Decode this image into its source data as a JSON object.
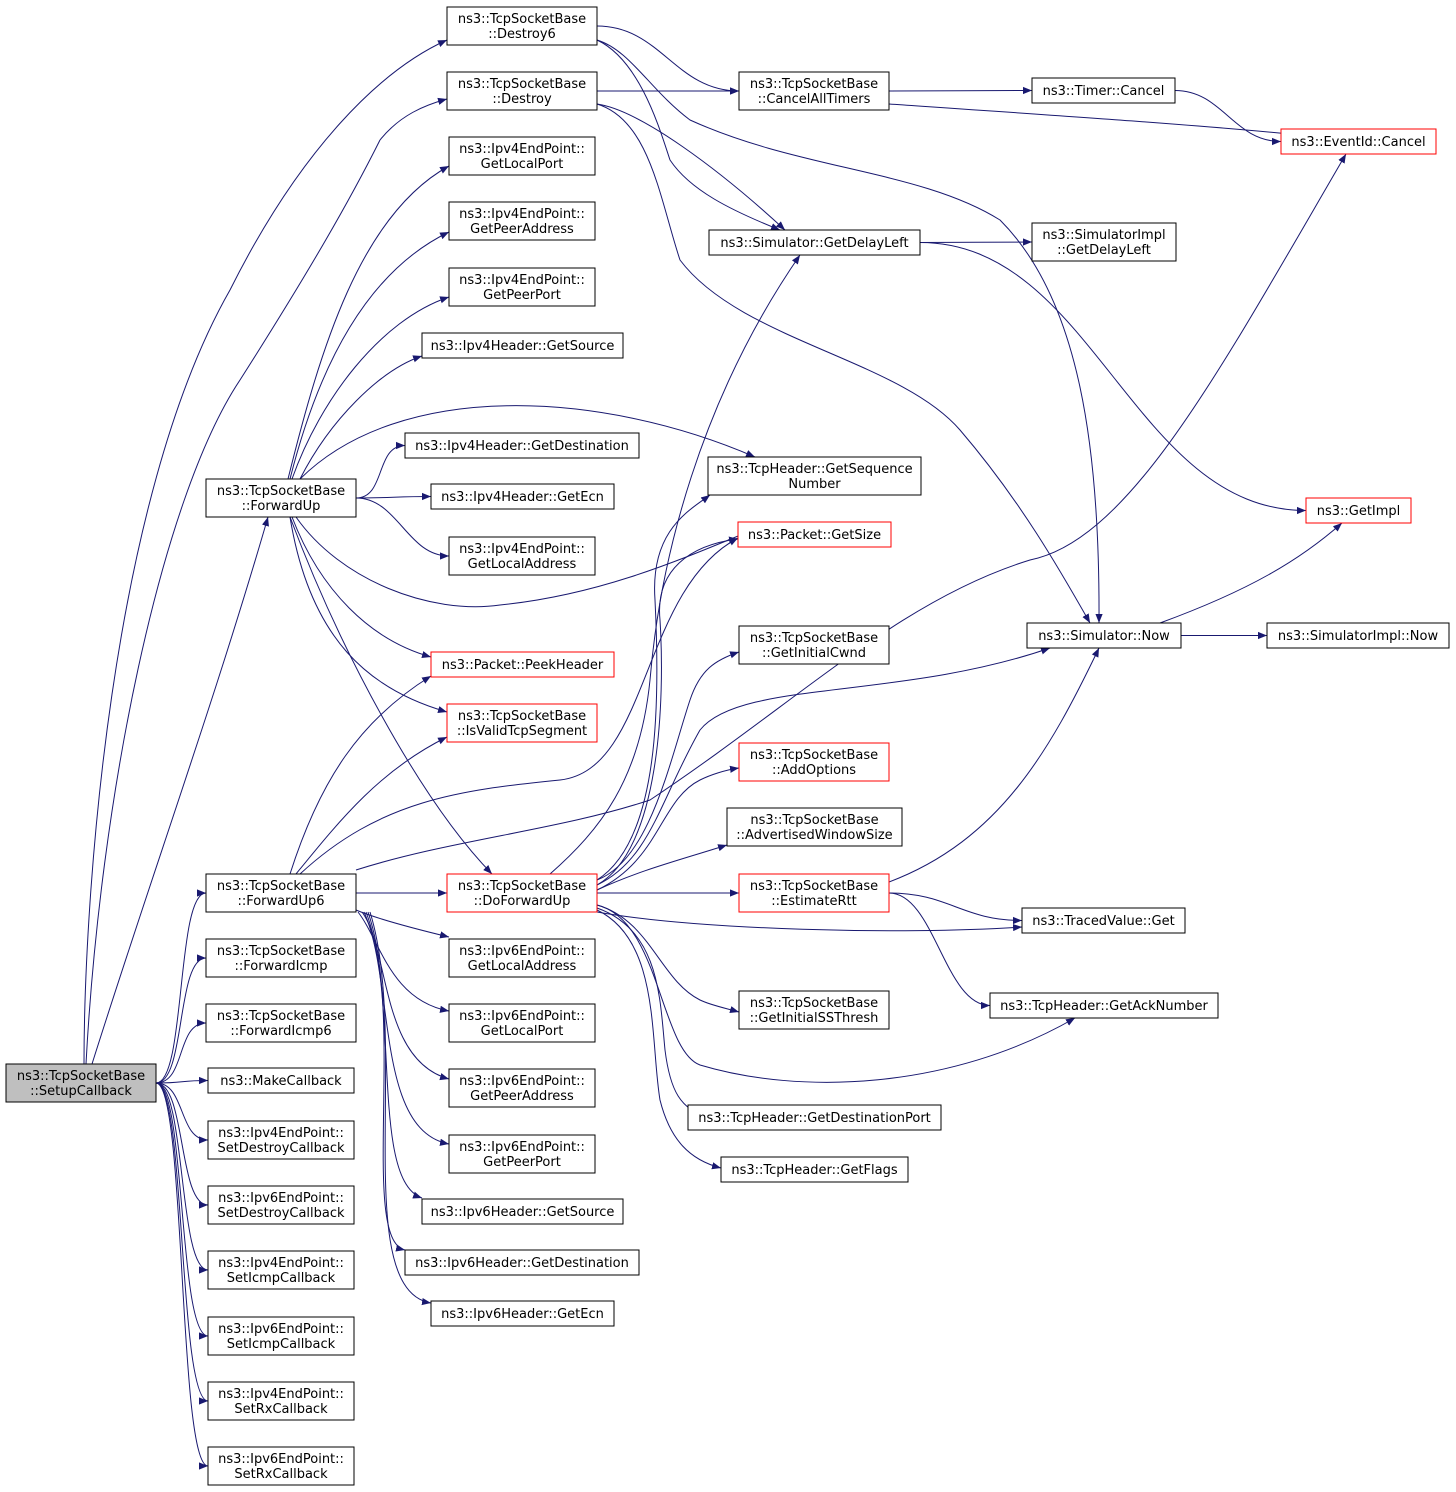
{
  "diagram": {
    "type": "call-graph",
    "edge_color": "#191970",
    "highlight_border": "#ff0000",
    "root_fill": "#bfbfbf",
    "nodes": [
      {
        "id": "setup",
        "lines": [
          "ns3::TcpSocketBase",
          "::SetupCallback"
        ],
        "root": true
      },
      {
        "id": "destroy6",
        "lines": [
          "ns3::TcpSocketBase",
          "::Destroy6"
        ]
      },
      {
        "id": "destroy",
        "lines": [
          "ns3::TcpSocketBase",
          "::Destroy"
        ]
      },
      {
        "id": "v4getlocalport",
        "lines": [
          "ns3::Ipv4EndPoint::",
          "GetLocalPort"
        ]
      },
      {
        "id": "v4getpeeraddress",
        "lines": [
          "ns3::Ipv4EndPoint::",
          "GetPeerAddress"
        ]
      },
      {
        "id": "v4getpeerport",
        "lines": [
          "ns3::Ipv4EndPoint::",
          "GetPeerPort"
        ]
      },
      {
        "id": "v4hgetsource",
        "lines": [
          "ns3::Ipv4Header::GetSource"
        ]
      },
      {
        "id": "v4hgetdestination",
        "lines": [
          "ns3::Ipv4Header::GetDestination"
        ]
      },
      {
        "id": "forwardup",
        "lines": [
          "ns3::TcpSocketBase",
          "::ForwardUp"
        ]
      },
      {
        "id": "v4hgetecn",
        "lines": [
          "ns3::Ipv4Header::GetEcn"
        ]
      },
      {
        "id": "v4getlocaladdress",
        "lines": [
          "ns3::Ipv4EndPoint::",
          "GetLocalAddress"
        ]
      },
      {
        "id": "peekheader",
        "lines": [
          "ns3::Packet::PeekHeader"
        ],
        "red": true
      },
      {
        "id": "isvalid",
        "lines": [
          "ns3::TcpSocketBase",
          "::IsValidTcpSegment"
        ],
        "red": true
      },
      {
        "id": "forwardup6",
        "lines": [
          "ns3::TcpSocketBase",
          "::ForwardUp6"
        ]
      },
      {
        "id": "doforwardup",
        "lines": [
          "ns3::TcpSocketBase",
          "::DoForwardUp"
        ],
        "red": true
      },
      {
        "id": "forwardicmp",
        "lines": [
          "ns3::TcpSocketBase",
          "::ForwardIcmp"
        ]
      },
      {
        "id": "forwardicmp6",
        "lines": [
          "ns3::TcpSocketBase",
          "::ForwardIcmp6"
        ]
      },
      {
        "id": "makecallback",
        "lines": [
          "ns3::MakeCallback"
        ]
      },
      {
        "id": "v4setdestroy",
        "lines": [
          "ns3::Ipv4EndPoint::",
          "SetDestroyCallback"
        ]
      },
      {
        "id": "v6setdestroy",
        "lines": [
          "ns3::Ipv6EndPoint::",
          "SetDestroyCallback"
        ]
      },
      {
        "id": "v4seticmp",
        "lines": [
          "ns3::Ipv4EndPoint::",
          "SetIcmpCallback"
        ]
      },
      {
        "id": "v6seticmp",
        "lines": [
          "ns3::Ipv6EndPoint::",
          "SetIcmpCallback"
        ]
      },
      {
        "id": "v4setrx",
        "lines": [
          "ns3::Ipv4EndPoint::",
          "SetRxCallback"
        ]
      },
      {
        "id": "v6setrx",
        "lines": [
          "ns3::Ipv6EndPoint::",
          "SetRxCallback"
        ]
      },
      {
        "id": "v6getlocaladdress",
        "lines": [
          "ns3::Ipv6EndPoint::",
          "GetLocalAddress"
        ]
      },
      {
        "id": "v6getlocalport",
        "lines": [
          "ns3::Ipv6EndPoint::",
          "GetLocalPort"
        ]
      },
      {
        "id": "v6getpeeraddress",
        "lines": [
          "ns3::Ipv6EndPoint::",
          "GetPeerAddress"
        ]
      },
      {
        "id": "v6getpeerport",
        "lines": [
          "ns3::Ipv6EndPoint::",
          "GetPeerPort"
        ]
      },
      {
        "id": "v6hgetsource",
        "lines": [
          "ns3::Ipv6Header::GetSource"
        ]
      },
      {
        "id": "v6hgetdestination",
        "lines": [
          "ns3::Ipv6Header::GetDestination"
        ]
      },
      {
        "id": "v6hgetecn",
        "lines": [
          "ns3::Ipv6Header::GetEcn"
        ]
      },
      {
        "id": "cancelalltimers",
        "lines": [
          "ns3::TcpSocketBase",
          "::CancelAllTimers"
        ]
      },
      {
        "id": "getdelayleft",
        "lines": [
          "ns3::Simulator::GetDelayLeft"
        ]
      },
      {
        "id": "getsequencenumber",
        "lines": [
          "ns3::TcpHeader::GetSequence",
          "Number"
        ]
      },
      {
        "id": "packetgetsize",
        "lines": [
          "ns3::Packet::GetSize"
        ],
        "red": true
      },
      {
        "id": "getinitialcwnd",
        "lines": [
          "ns3::TcpSocketBase",
          "::GetInitialCwnd"
        ]
      },
      {
        "id": "addoptions",
        "lines": [
          "ns3::TcpSocketBase",
          "::AddOptions"
        ],
        "red": true
      },
      {
        "id": "advertisedwindow",
        "lines": [
          "ns3::TcpSocketBase",
          "::AdvertisedWindowSize"
        ]
      },
      {
        "id": "estimatertt",
        "lines": [
          "ns3::TcpSocketBase",
          "::EstimateRtt"
        ],
        "red": true
      },
      {
        "id": "getinitialssthresh",
        "lines": [
          "ns3::TcpSocketBase",
          "::GetInitialSSThresh"
        ]
      },
      {
        "id": "getdestinationport",
        "lines": [
          "ns3::TcpHeader::GetDestinationPort"
        ]
      },
      {
        "id": "getflags",
        "lines": [
          "ns3::TcpHeader::GetFlags"
        ]
      },
      {
        "id": "timercancel",
        "lines": [
          "ns3::Timer::Cancel"
        ]
      },
      {
        "id": "implgetdelayleft",
        "lines": [
          "ns3::SimulatorImpl",
          "::GetDelayLeft"
        ]
      },
      {
        "id": "simnow",
        "lines": [
          "ns3::Simulator::Now"
        ]
      },
      {
        "id": "tracedget",
        "lines": [
          "ns3::TracedValue::Get"
        ]
      },
      {
        "id": "getacknumber",
        "lines": [
          "ns3::TcpHeader::GetAckNumber"
        ]
      },
      {
        "id": "eventcancel",
        "lines": [
          "ns3::EventId::Cancel"
        ],
        "red": true
      },
      {
        "id": "getimpl",
        "lines": [
          "ns3::GetImpl"
        ],
        "red": true
      },
      {
        "id": "implnow",
        "lines": [
          "ns3::SimulatorImpl::Now"
        ]
      }
    ],
    "edges": [
      [
        "setup",
        "destroy6"
      ],
      [
        "setup",
        "destroy"
      ],
      [
        "setup",
        "forwardup"
      ],
      [
        "setup",
        "forwardup6"
      ],
      [
        "setup",
        "forwardicmp"
      ],
      [
        "setup",
        "forwardicmp6"
      ],
      [
        "setup",
        "makecallback"
      ],
      [
        "setup",
        "v4setdestroy"
      ],
      [
        "setup",
        "v6setdestroy"
      ],
      [
        "setup",
        "v4seticmp"
      ],
      [
        "setup",
        "v6seticmp"
      ],
      [
        "setup",
        "v4setrx"
      ],
      [
        "setup",
        "v6setrx"
      ],
      [
        "destroy6",
        "cancelalltimers"
      ],
      [
        "destroy6",
        "getdelayleft"
      ],
      [
        "destroy6",
        "simnow"
      ],
      [
        "destroy",
        "cancelalltimers"
      ],
      [
        "destroy",
        "getdelayleft"
      ],
      [
        "destroy",
        "simnow"
      ],
      [
        "forwardup",
        "v4getlocalport"
      ],
      [
        "forwardup",
        "v4getpeeraddress"
      ],
      [
        "forwardup",
        "v4getpeerport"
      ],
      [
        "forwardup",
        "v4hgetsource"
      ],
      [
        "forwardup",
        "v4hgetdestination"
      ],
      [
        "forwardup",
        "v4hgetecn"
      ],
      [
        "forwardup",
        "v4getlocaladdress"
      ],
      [
        "forwardup",
        "peekheader"
      ],
      [
        "forwardup",
        "isvalid"
      ],
      [
        "forwardup",
        "doforwardup"
      ],
      [
        "forwardup",
        "getsequencenumber"
      ],
      [
        "forwardup",
        "packetgetsize"
      ],
      [
        "forwardup6",
        "peekheader"
      ],
      [
        "forwardup6",
        "isvalid"
      ],
      [
        "forwardup6",
        "doforwardup"
      ],
      [
        "forwardup6",
        "v6getlocaladdress"
      ],
      [
        "forwardup6",
        "v6getlocalport"
      ],
      [
        "forwardup6",
        "v6getpeeraddress"
      ],
      [
        "forwardup6",
        "v6getpeerport"
      ],
      [
        "forwardup6",
        "v6hgetsource"
      ],
      [
        "forwardup6",
        "v6hgetdestination"
      ],
      [
        "forwardup6",
        "v6hgetecn"
      ],
      [
        "forwardup6",
        "packetgetsize"
      ],
      [
        "forwardup6",
        "eventcancel"
      ],
      [
        "doforwardup",
        "getdelayleft"
      ],
      [
        "doforwardup",
        "getsequencenumber"
      ],
      [
        "doforwardup",
        "packetgetsize"
      ],
      [
        "doforwardup",
        "getinitialcwnd"
      ],
      [
        "doforwardup",
        "simnow"
      ],
      [
        "doforwardup",
        "addoptions"
      ],
      [
        "doforwardup",
        "advertisedwindow"
      ],
      [
        "doforwardup",
        "estimatertt"
      ],
      [
        "doforwardup",
        "tracedget"
      ],
      [
        "doforwardup",
        "getinitialssthresh"
      ],
      [
        "doforwardup",
        "getacknumber"
      ],
      [
        "doforwardup",
        "getdestinationport"
      ],
      [
        "doforwardup",
        "getflags"
      ],
      [
        "cancelalltimers",
        "timercancel"
      ],
      [
        "cancelalltimers",
        "eventcancel"
      ],
      [
        "timercancel",
        "eventcancel"
      ],
      [
        "getdelayleft",
        "implgetdelayleft"
      ],
      [
        "getdelayleft",
        "getimpl"
      ],
      [
        "simnow",
        "implnow"
      ],
      [
        "simnow",
        "getimpl"
      ],
      [
        "estimatertt",
        "simnow"
      ],
      [
        "estimatertt",
        "tracedget"
      ],
      [
        "estimatertt",
        "getacknumber"
      ]
    ]
  }
}
